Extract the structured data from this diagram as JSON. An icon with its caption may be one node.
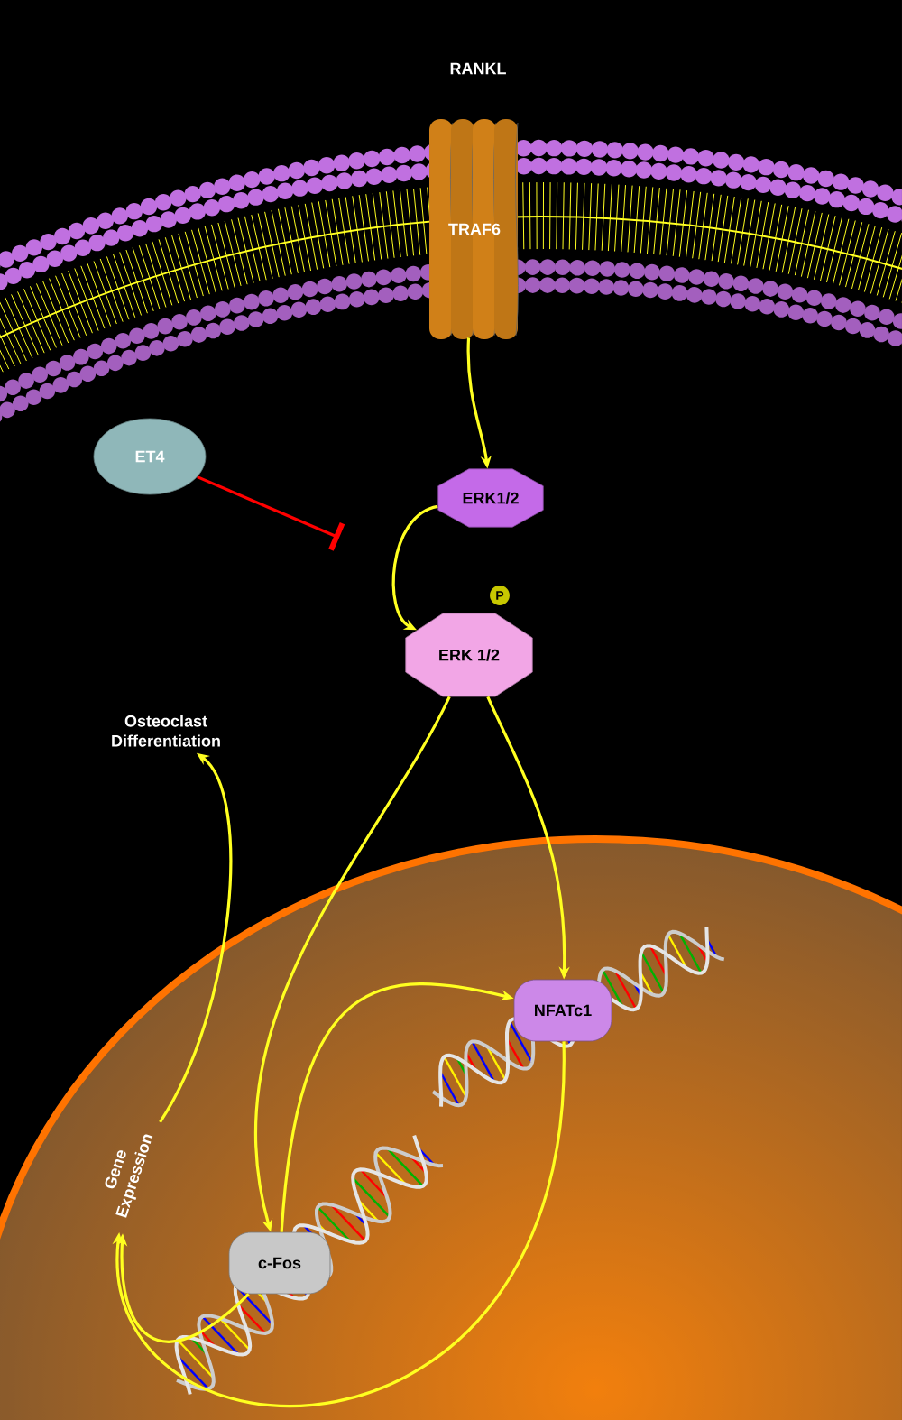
{
  "diagram": {
    "nodes": [
      {
        "text": [
          "TRAF6"
        ]
      },
      {
        "text": [
          "ET4"
        ]
      },
      {
        "text": [
          "ERK1/2"
        ]
      },
      {
        "text": [
          "ERK 1/2"
        ]
      },
      {
        "text": [
          "P"
        ]
      },
      {
        "text": [
          "Osteoclast Differentiation"
        ]
      },
      {
        "text": [
          "Gene Expression"
        ]
      },
      {
        "text": [
          "c-Fos"
        ]
      },
      {
        "text": [
          "NFATc1"
        ]
      }
    ],
    "edges": [
      {
        "from": 0,
        "to": 2,
        "arrow": "to"
      },
      {
        "from": 1,
        "to": null,
        "arrow": "other",
        "color": "#ff0000"
      },
      {
        "from": 2,
        "to": 3,
        "arrow": "to"
      },
      {
        "from": 3,
        "to": 7,
        "arrow": "to"
      },
      {
        "from": 3,
        "to": 8,
        "arrow": "to"
      },
      {
        "from": 7,
        "to": 8,
        "arrow": "to"
      },
      {
        "from": 8,
        "to": 6,
        "arrow": "to"
      },
      {
        "from": 7,
        "to": 6,
        "arrow": "to"
      },
      {
        "from": 6,
        "to": 5,
        "arrow": "to"
      }
    ],
    "labels": [
      "RANKL"
    ]
  }
}
